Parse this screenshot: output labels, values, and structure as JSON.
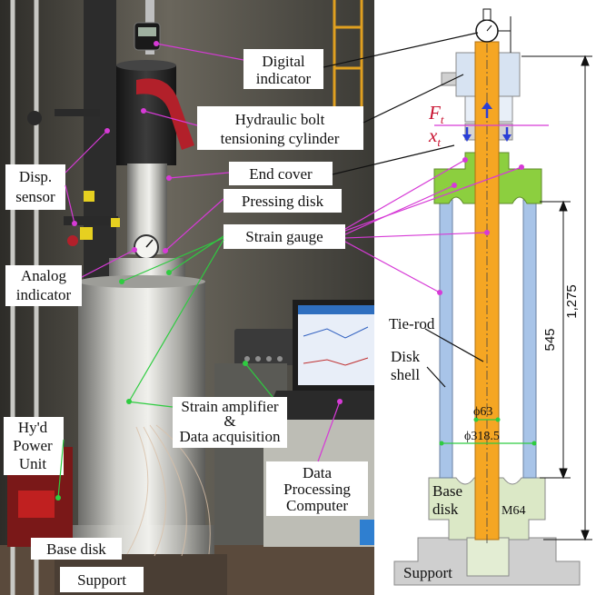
{
  "photo_labels": {
    "digital_indicator": [
      "Digital",
      "indicator"
    ],
    "hydraulic_cylinder": [
      "Hydraulic bolt",
      "tensioning cylinder"
    ],
    "end_cover": "End cover",
    "disp_sensor": [
      "Disp.",
      "sensor"
    ],
    "pressing_disk": "Pressing disk",
    "strain_gauge": "Strain gauge",
    "analog_indicator": [
      "Analog",
      "indicator"
    ],
    "strain_amplifier": [
      "Strain amplifier",
      "&",
      "Data acquisition"
    ],
    "power_unit": [
      "Hy'd",
      "Power",
      "Unit"
    ],
    "data_computer": [
      "Data",
      "Processing",
      "Computer"
    ],
    "base_disk": "Base disk",
    "support": "Support"
  },
  "schematic_labels": {
    "force": "F",
    "force_sub": "t",
    "disp": "x",
    "disp_sub": "t",
    "tie_rod": "Tie-rod",
    "disk_shell": [
      "Disk",
      "shell"
    ],
    "dia_rod": "ϕ63",
    "dia_shell": "ϕ318.5",
    "base_disk": [
      "Base",
      "disk"
    ],
    "thread": "M64",
    "support": "Support",
    "dim_total": "1,275",
    "dim_shell": "545"
  },
  "colors": {
    "leader_magenta": "#d63ad6",
    "leader_green": "#2ecc40",
    "tie_rod": "#f5a623",
    "shell": "#a8c4e8",
    "end_cover": "#8ccf3f",
    "base": "#dbe8c6",
    "support": "#cfcfcf",
    "arrow_blue": "#2a3fd6",
    "force_red": "#c8102e"
  }
}
